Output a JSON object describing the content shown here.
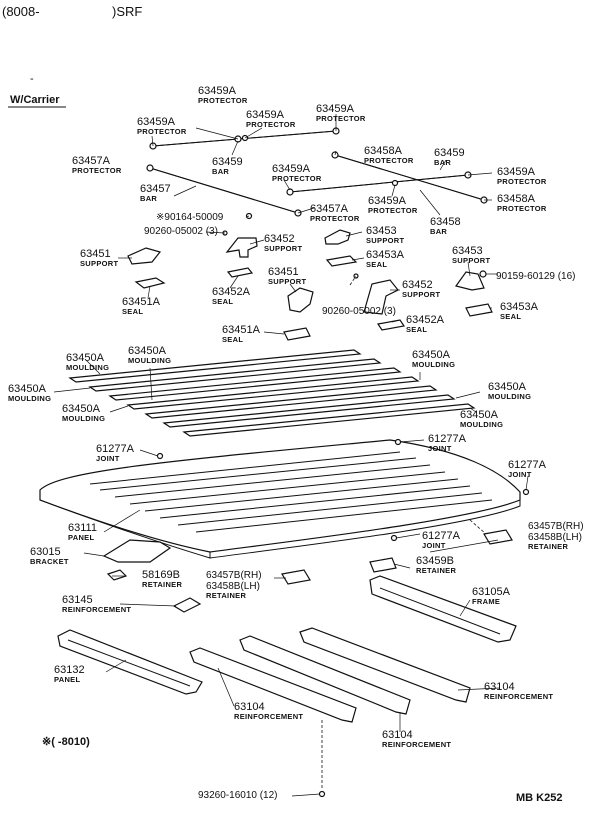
{
  "header": {
    "range": "(8008-",
    "suffix": ")SRF",
    "dash": "-"
  },
  "section": {
    "title": "W/Carrier"
  },
  "footnote": "※(    -8010)",
  "page_code": "MB  K252",
  "labels": [
    {
      "id": "p1",
      "part": "63459A",
      "name": "PROTECTOR"
    },
    {
      "id": "p2",
      "part": "63459A",
      "name": "PROTECTOR"
    },
    {
      "id": "p3",
      "part": "63459A",
      "name": "PROTECTOR"
    },
    {
      "id": "p4",
      "part": "63459A",
      "name": "PROTECTOR"
    },
    {
      "id": "p5",
      "part": "63459",
      "name": "BAR"
    },
    {
      "id": "p6",
      "part": "63458A",
      "name": "PROTECTOR"
    },
    {
      "id": "p7",
      "part": "63459",
      "name": "BAR"
    },
    {
      "id": "p8",
      "part": "63457A",
      "name": "PROTECTOR"
    },
    {
      "id": "p9",
      "part": "63459A",
      "name": "PROTECTOR"
    },
    {
      "id": "p10",
      "part": "63459A",
      "name": "PROTECTOR"
    },
    {
      "id": "p11",
      "part": "63457",
      "name": "BAR"
    },
    {
      "id": "p12",
      "part": "63459A",
      "name": "PROTECTOR"
    },
    {
      "id": "p13",
      "part": "63458A",
      "name": "PROTECTOR"
    },
    {
      "id": "p14",
      "part": "63457A",
      "name": "PROTECTOR"
    },
    {
      "id": "p15",
      "part": "※90164-50009",
      "name": ""
    },
    {
      "id": "p16",
      "part": "63458",
      "name": "BAR"
    },
    {
      "id": "p17",
      "part": "90260-05002 (3)",
      "name": ""
    },
    {
      "id": "p18",
      "part": "63452",
      "name": "SUPPORT"
    },
    {
      "id": "p19",
      "part": "63453",
      "name": "SUPPORT"
    },
    {
      "id": "p20",
      "part": "63451",
      "name": "SUPPORT"
    },
    {
      "id": "p21",
      "part": "63453A",
      "name": "SEAL"
    },
    {
      "id": "p22",
      "part": "63453",
      "name": "SUPPORT"
    },
    {
      "id": "p23",
      "part": "90159-60129 (16)",
      "name": ""
    },
    {
      "id": "p24",
      "part": "63451",
      "name": "SUPPORT"
    },
    {
      "id": "p25",
      "part": "63452A",
      "name": "SEAL"
    },
    {
      "id": "p26",
      "part": "63452",
      "name": "SUPPORT"
    },
    {
      "id": "p27",
      "part": "63451A",
      "name": "SEAL"
    },
    {
      "id": "p28",
      "part": "63453A",
      "name": "SEAL"
    },
    {
      "id": "p29",
      "part": "90260-05002 (3)",
      "name": ""
    },
    {
      "id": "p30",
      "part": "63452A",
      "name": "SEAL"
    },
    {
      "id": "p31",
      "part": "63451A",
      "name": "SEAL"
    },
    {
      "id": "p32",
      "part": "63450A",
      "name": "MOULDING"
    },
    {
      "id": "p33",
      "part": "63450A",
      "name": "MOULDING"
    },
    {
      "id": "p34",
      "part": "63450A",
      "name": "MOULDING"
    },
    {
      "id": "p35",
      "part": "63450A",
      "name": "MOULDING"
    },
    {
      "id": "p36",
      "part": "63450A",
      "name": "MOULDING"
    },
    {
      "id": "p37",
      "part": "63450A",
      "name": "MOULDING"
    },
    {
      "id": "p38",
      "part": "63450A",
      "name": "MOULDING"
    },
    {
      "id": "p39",
      "part": "61277A",
      "name": "JOINT"
    },
    {
      "id": "p40",
      "part": "61277A",
      "name": "JOINT"
    },
    {
      "id": "p41",
      "part": "61277A",
      "name": "JOINT"
    },
    {
      "id": "p42",
      "part": "63111",
      "name": "PANEL"
    },
    {
      "id": "p43",
      "part": "61277A",
      "name": "JOINT"
    },
    {
      "id": "p44",
      "part": "63457B(RH)",
      "name": ""
    },
    {
      "id": "p45",
      "part": "63458B(LH)",
      "name": "RETAINER"
    },
    {
      "id": "p46",
      "part": "63015",
      "name": "BRACKET"
    },
    {
      "id": "p47",
      "part": "63459B",
      "name": "RETAINER"
    },
    {
      "id": "p48",
      "part": "58169B",
      "name": "RETAINER"
    },
    {
      "id": "p49",
      "part": "63457B(RH)",
      "name": ""
    },
    {
      "id": "p50",
      "part": "63458B(LH)",
      "name": "RETAINER"
    },
    {
      "id": "p51",
      "part": "63145",
      "name": "REINFORCEMENT"
    },
    {
      "id": "p52",
      "part": "63105A",
      "name": "FRAME"
    },
    {
      "id": "p53",
      "part": "63132",
      "name": "PANEL"
    },
    {
      "id": "p54",
      "part": "63104",
      "name": "REINFORCEMENT"
    },
    {
      "id": "p55",
      "part": "63104",
      "name": "REINFORCEMENT"
    },
    {
      "id": "p56",
      "part": "63104",
      "name": "REINFORCEMENT"
    },
    {
      "id": "p57",
      "part": "93260-16010 (12)",
      "name": ""
    }
  ]
}
